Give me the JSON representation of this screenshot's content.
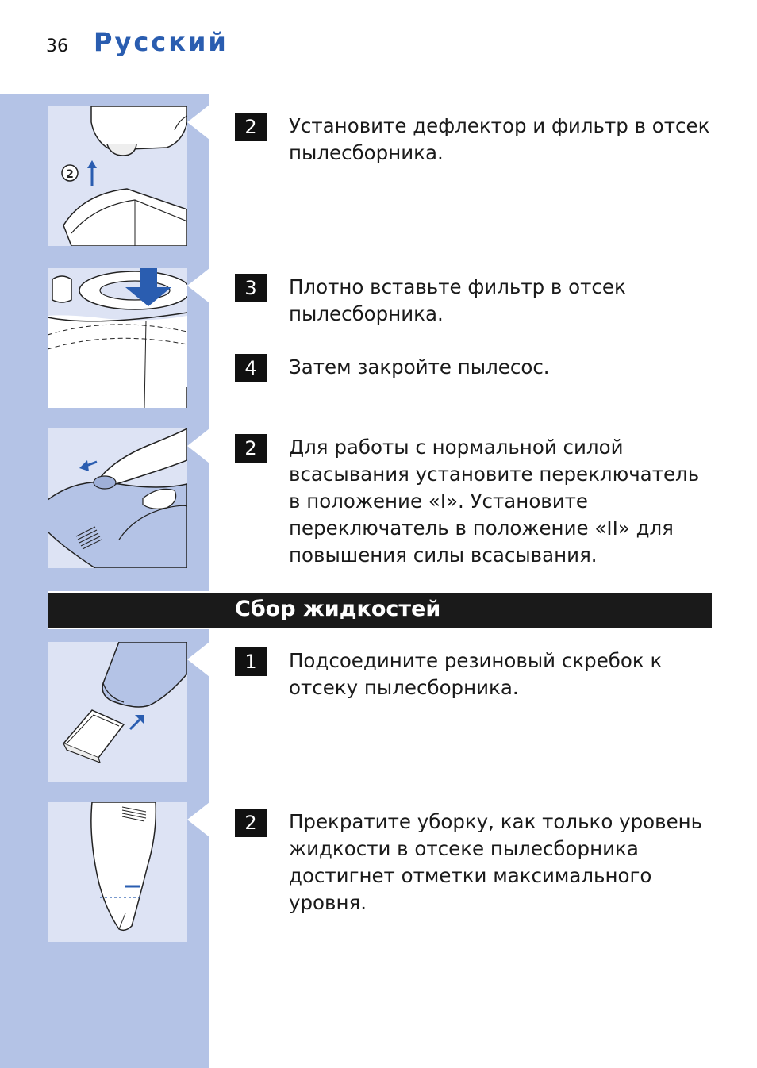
{
  "header": {
    "page_number": "36",
    "language": "Русский"
  },
  "steps_top": [
    {
      "number": "2",
      "text": "Установите дефлектор и фильтр в отсек пылесборника."
    },
    {
      "number": "3",
      "text": "Плотно вставьте фильтр в отсек пылесборника."
    },
    {
      "number": "4",
      "text": "Затем закройте пылесос."
    },
    {
      "number": "2",
      "text": "Для работы с нормальной силой всасывания установите переключатель в положение «I». Установите переключатель в положение «II» для повышения силы всасывания."
    }
  ],
  "section": {
    "title": "Сбор жидкостей"
  },
  "steps_bottom": [
    {
      "number": "1",
      "text": "Подсоедините резиновый скребок к отсеку пылесборника."
    },
    {
      "number": "2",
      "text": "Прекратите уборку, как только уровень жидкости в отсеке пылесборника достигнет отметки максимального уровня."
    }
  ],
  "figure_labels": {
    "fig1_callout": "2"
  },
  "colors": {
    "accent": "#2a5db0",
    "band": "#b4c3e6",
    "figure_bg": "#dde3f4"
  }
}
